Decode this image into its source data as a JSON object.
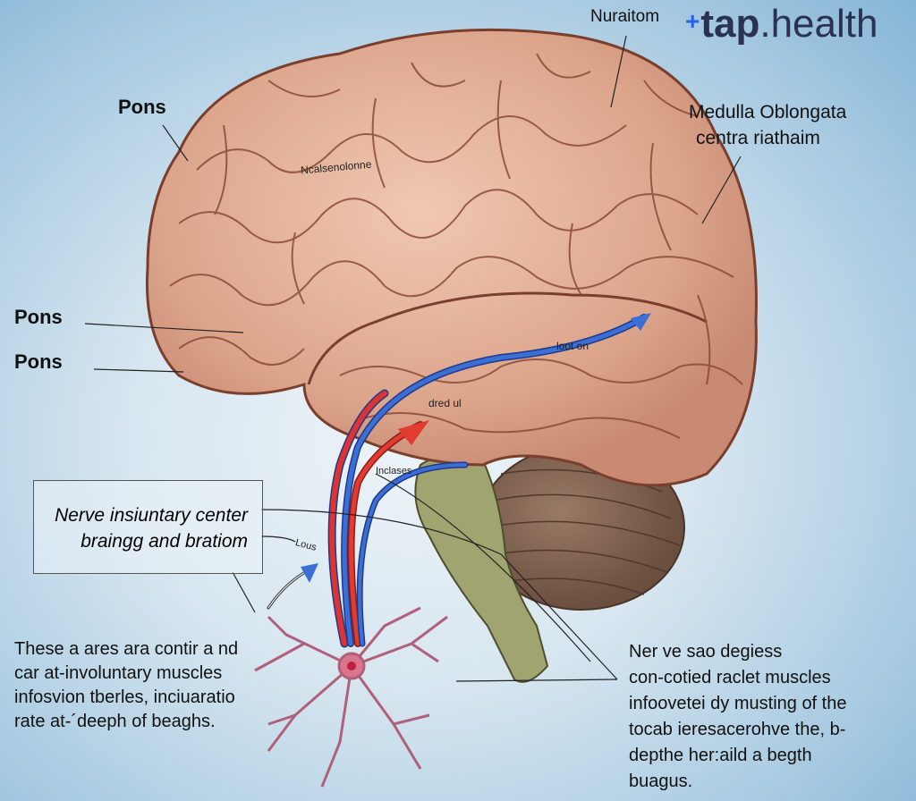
{
  "logo": {
    "brand_prefix": "tap",
    "brand_suffix": ".health",
    "accent": "#2563eb"
  },
  "labels": {
    "top": "Nuraitom",
    "pons_top": "Pons",
    "medulla_line1": "Medulla Oblongata",
    "medulla_line2": "centra riathaim",
    "pons_mid1": "Pons",
    "pons_mid2": "Pons",
    "gyrus_label": "Ncalsenolonne",
    "arrow_top": "loot on",
    "arrow_mid": "dred ul",
    "arrow_low": "Inclases",
    "lous": "Lous"
  },
  "callout_box": {
    "line1": "Nerve insiuntary center",
    "line2": "braingg and bratiom"
  },
  "left_paragraph": [
    "These a ares ara contir a nd",
    "car at-involuntary muscles",
    "infosvion tberles, inciuaratio",
    "rate at-´deeph of beaghs."
  ],
  "right_paragraph": [
    "Ner ve sao degiess",
    "con-cotied raclet muscles",
    "infoovetei dy musting of the",
    "tocab ieresacerohve the, b-",
    "depthe her:aild a begth",
    "buagus."
  ]
}
